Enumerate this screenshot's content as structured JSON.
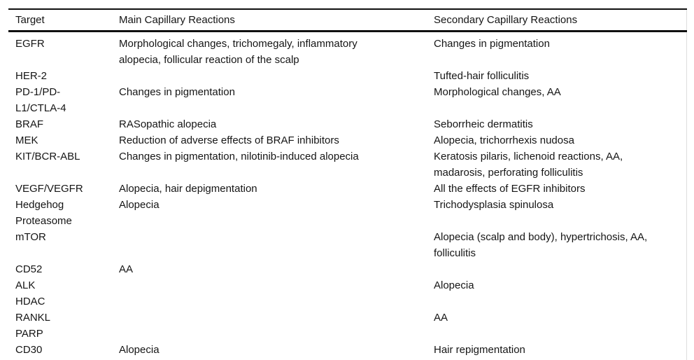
{
  "table": {
    "columns": {
      "target": "Target",
      "main": "Main Capillary Reactions",
      "secondary": "Secondary Capillary Reactions"
    },
    "rows": [
      {
        "target": "EGFR",
        "main": "Morphological changes, trichomegaly, inflammatory\nalopecia, follicular reaction of the scalp",
        "secondary": "Changes in pigmentation"
      },
      {
        "target": "HER-2",
        "main": "",
        "secondary": "Tufted-hair folliculitis"
      },
      {
        "target": "PD-1/PD-\nL1/CTLA-4",
        "main": "Changes in pigmentation",
        "secondary": "Morphological changes, AA"
      },
      {
        "target": "BRAF",
        "main": "RASopathic alopecia",
        "secondary": "Seborrheic dermatitis"
      },
      {
        "target": "MEK",
        "main": "Reduction of adverse effects of BRAF inhibitors",
        "secondary": "Alopecia, trichorrhexis nudosa"
      },
      {
        "target": "KIT/BCR-ABL",
        "main": "Changes in pigmentation, nilotinib-induced alopecia",
        "secondary": "Keratosis pilaris, lichenoid reactions, AA,\nmadarosis, perforating folliculitis"
      },
      {
        "target": "VEGF/VEGFR",
        "main": "Alopecia, hair depigmentation",
        "secondary": "All the effects of EGFR inhibitors"
      },
      {
        "target": "Hedgehog",
        "main": "Alopecia",
        "secondary": "Trichodysplasia spinulosa"
      },
      {
        "target": "Proteasome",
        "main": "",
        "secondary": ""
      },
      {
        "target": "mTOR",
        "main": "",
        "secondary": "Alopecia (scalp and body), hypertrichosis, AA,\nfolliculitis"
      },
      {
        "target": "CD52",
        "main": "AA",
        "secondary": ""
      },
      {
        "target": "ALK",
        "main": "",
        "secondary": "Alopecia"
      },
      {
        "target": "HDAC",
        "main": "",
        "secondary": ""
      },
      {
        "target": "RANKL",
        "main": "",
        "secondary": "AA"
      },
      {
        "target": "PARP",
        "main": "",
        "secondary": ""
      },
      {
        "target": "CD30",
        "main": "Alopecia",
        "secondary": "Hair repigmentation"
      }
    ]
  }
}
